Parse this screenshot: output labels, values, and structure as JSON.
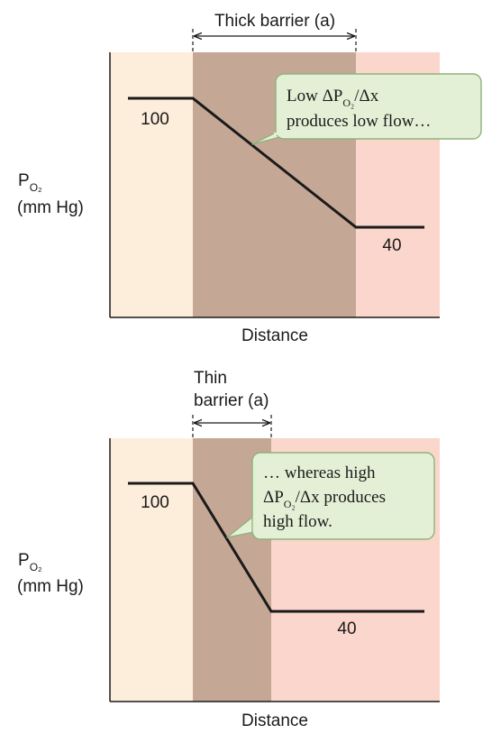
{
  "colors": {
    "alveolar_region": "#fdeedb",
    "barrier": "#c5a796",
    "blood_region": "#fbd6cc",
    "callout_fill": "#e4f0d6",
    "callout_stroke": "#8fb27d",
    "line": "#1a1a1a"
  },
  "top_panel": {
    "barrier_label": "Thick barrier (a)",
    "y_label_main": "P",
    "y_label_sub": "O₂",
    "y_label_units": "(mm Hg)",
    "x_label": "Distance",
    "high_value": "100",
    "low_value": "40",
    "callout_line1": "Low ΔP",
    "callout_line1_sub": "O₂",
    "callout_line1_end": "/Δx",
    "callout_line2": "produces low flow…"
  },
  "bottom_panel": {
    "barrier_label_line1": "Thin",
    "barrier_label_line2": "barrier (a)",
    "y_label_main": "P",
    "y_label_sub": "O₂",
    "y_label_units": "(mm Hg)",
    "x_label": "Distance",
    "high_value": "100",
    "low_value": "40",
    "callout_line1": "… whereas high",
    "callout_line2": "ΔP",
    "callout_line2_sub": "O₂",
    "callout_line2_end": "/Δx produces",
    "callout_line3": "high flow."
  }
}
